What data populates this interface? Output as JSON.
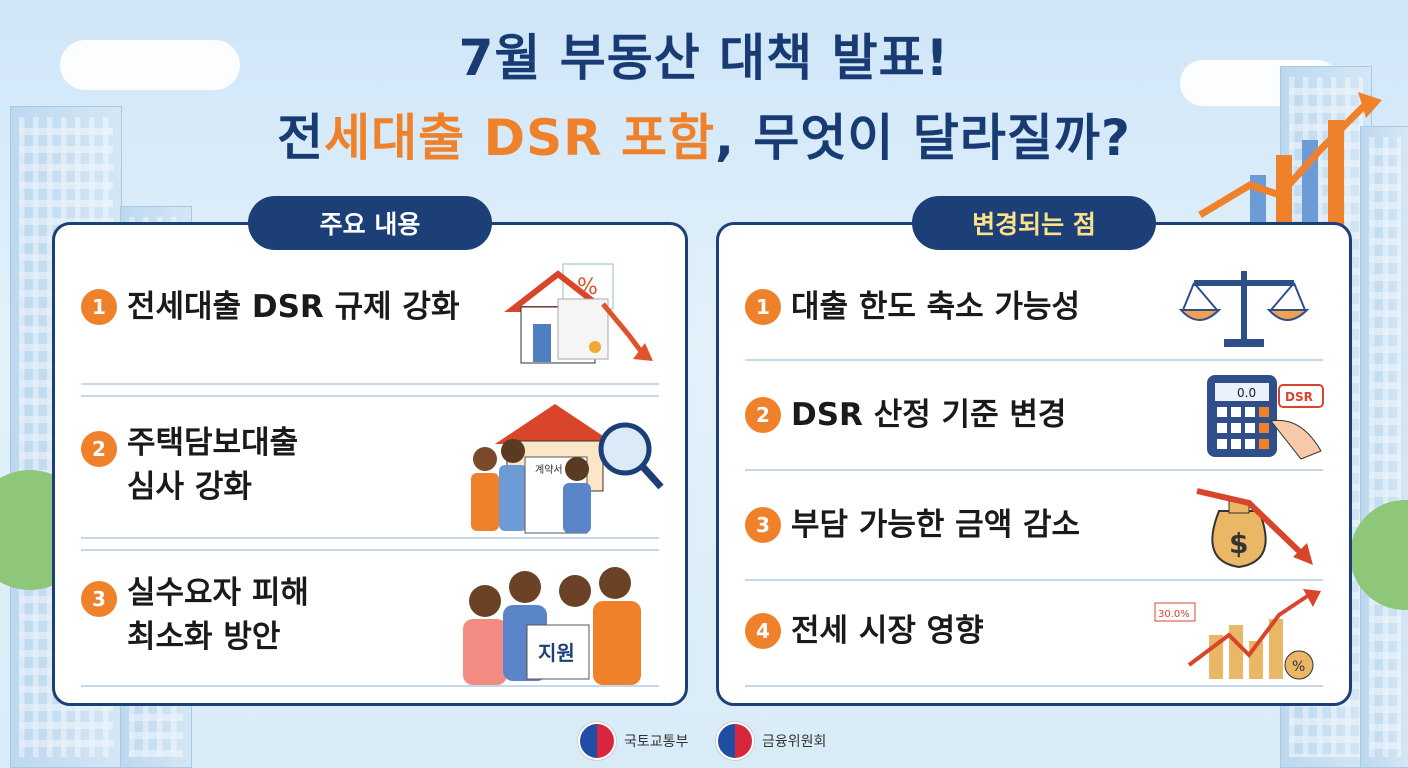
{
  "title": {
    "line1": "7월 부동산 대책 발표!",
    "line2_pre": "전",
    "line2_highlight": "세대출 DSR 포함",
    "line2_post": ", 무엇이 달라질까?"
  },
  "left_panel": {
    "header": "주요 내용",
    "items": [
      {
        "num": "1",
        "text": "전세대출 DSR 규제 강화",
        "icon": "house-document-down-icon"
      },
      {
        "num": "2",
        "text": "주택담보대출\n심사 강화",
        "icon": "family-contract-magnifier-icon"
      },
      {
        "num": "3",
        "text": "실수요자 피해\n최소화 방안",
        "icon": "people-support-sign-icon"
      }
    ],
    "contract_label": "계약서",
    "support_label": "지원"
  },
  "right_panel": {
    "header": "변경되는 점",
    "items": [
      {
        "num": "1",
        "text": "대출 한도 축소 가능성",
        "icon": "scale-icon"
      },
      {
        "num": "2",
        "text": "DSR 산정 기준 변경",
        "icon": "calculator-icon"
      },
      {
        "num": "3",
        "text": "부담 가능한 금액 감소",
        "icon": "money-bag-down-icon"
      },
      {
        "num": "4",
        "text": "전세 시장 영향",
        "icon": "market-chart-icon"
      }
    ],
    "calc_display": "0.0",
    "dsr_label": "DSR",
    "money_symbol": "$",
    "market_label": "30.0%",
    "percent_label": "%"
  },
  "footer": {
    "org1": "국토교통부",
    "org2": "금융위원회"
  },
  "colors": {
    "navy": "#1c3f78",
    "orange": "#f0812b"
  }
}
